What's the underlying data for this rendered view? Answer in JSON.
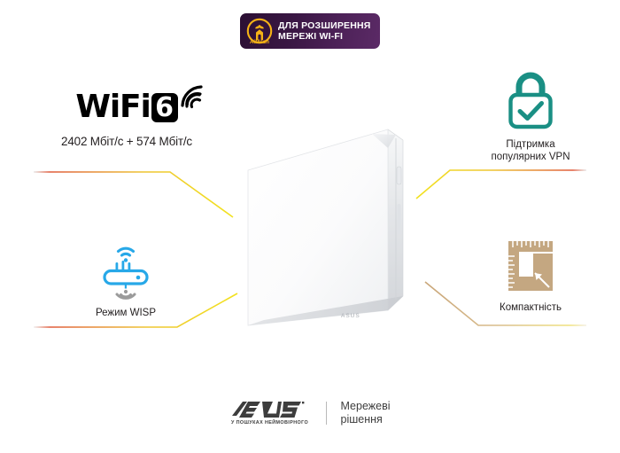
{
  "badge": {
    "logo_icon": "aimesh-logo-icon",
    "line1": "ДЛЯ РОЗШИРЕННЯ",
    "line2": "МЕРЕЖІ WI-FI",
    "logo_label": "AiMesh",
    "bg_color_start": "#2b0f33",
    "bg_color_end": "#5b2a66",
    "logo_color": "#f5b216"
  },
  "features": {
    "wifi6": {
      "icon": "wifi6-logo-icon",
      "word": "WiFi",
      "six": "6",
      "speed": "2402 Мбіт/с + 574 Мбіт/с",
      "color": "#000000"
    },
    "vpn": {
      "icon": "padlock-check-icon",
      "caption": "Підтримка\nпопулярних VPN",
      "color": "#1a8f84"
    },
    "wisp": {
      "icon": "router-wifi-icon",
      "caption": "Режим WISP",
      "color": "#27a8e8",
      "secondary_color": "#9b9b9b"
    },
    "compact": {
      "icon": "ruler-measure-icon",
      "caption": "Компактність",
      "color": "#c4a781"
    }
  },
  "product": {
    "name": "wifi-access-point-product-image",
    "brand_mark": "ASUS"
  },
  "connectors": {
    "top_left_color_start": "#e05b3c",
    "top_left_color_end": "#f2e21f",
    "bottom_right_color_start": "#c9a679",
    "bottom_right_color_end": "#f5e97a"
  },
  "footer": {
    "brand": "ASUS",
    "brand_tagline": "У ПОШУКАХ НЕЙМОВІРНОГО",
    "text": "Мережеві\nрішення"
  }
}
